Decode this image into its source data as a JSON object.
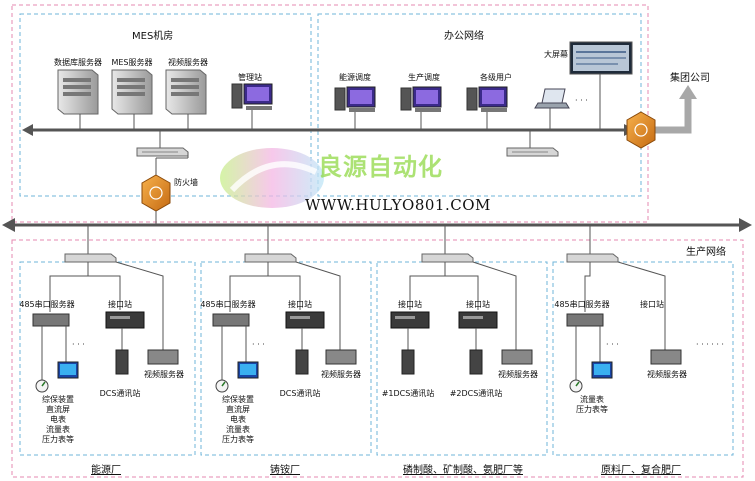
{
  "zones": {
    "mes_room": "MES机房",
    "office_network": "办公网络",
    "group_company": "集团公司",
    "production_network": "生产网络",
    "firewall": "防火墙"
  },
  "watermark": {
    "brand": "良源自动化",
    "url": "WWW.HULYO801.COM"
  },
  "mes_servers": [
    "数据库服务器",
    "MES服务器",
    "视频服务器"
  ],
  "mes_station": "管理站",
  "office_nodes": [
    "能源调度",
    "生产调度",
    "各级用户"
  ],
  "big_screen": "大屏幕",
  "dots": "· · ·",
  "factories": [
    {
      "name": "能源厂",
      "serial_server": "485串口服务器",
      "interface_station": "接口站",
      "dcs_station": "DCS通讯站",
      "video_server": "视频服务器",
      "devices": [
        "综保装置",
        "直流屏",
        "电表",
        "流量表",
        "压力表等"
      ]
    },
    {
      "name": "铸铵厂",
      "serial_server": "485串口服务器",
      "interface_station": "接口站",
      "dcs_station": "DCS通讯站",
      "video_server": "视频服务器",
      "devices": [
        "综保装置",
        "直流屏",
        "电表",
        "流量表",
        "压力表等"
      ]
    },
    {
      "name": "磷制酸、矿制酸、氨肥厂等",
      "interface_station_1": "接口站",
      "interface_station_2": "接口站",
      "dcs_station_1": "#1DCS通讯站",
      "dcs_station_2": "#2DCS通讯站",
      "video_server": "视频服务器"
    },
    {
      "name": "原料厂、复合肥厂",
      "serial_server": "485串口服务器",
      "interface_station": "接口站",
      "video_server": "视频服务器",
      "devices": [
        "流量表",
        "压力表等"
      ]
    }
  ],
  "trailing_dots": "· · · · · ·"
}
